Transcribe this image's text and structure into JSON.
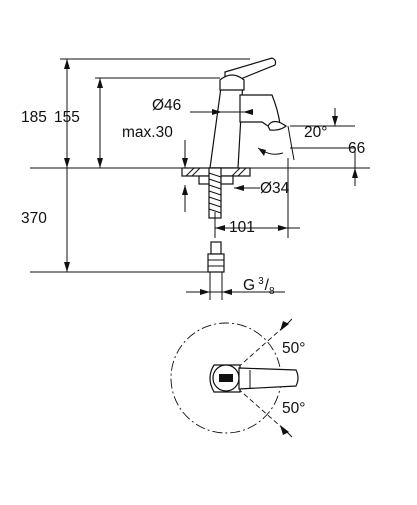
{
  "dimensions": {
    "total_height": "185",
    "spout_height": "155",
    "body_diameter": "Ø46",
    "max_deck_thickness": "max.30",
    "spout_angle": "20°",
    "spout_reach": "66",
    "hole_diameter": "Ø34",
    "spout_projection": "101",
    "hose_length": "370",
    "thread_prefix": "G",
    "thread_numerator": "3",
    "thread_denominator": "8",
    "swivel_angle_top": "50°",
    "swivel_angle_bottom": "50°"
  }
}
